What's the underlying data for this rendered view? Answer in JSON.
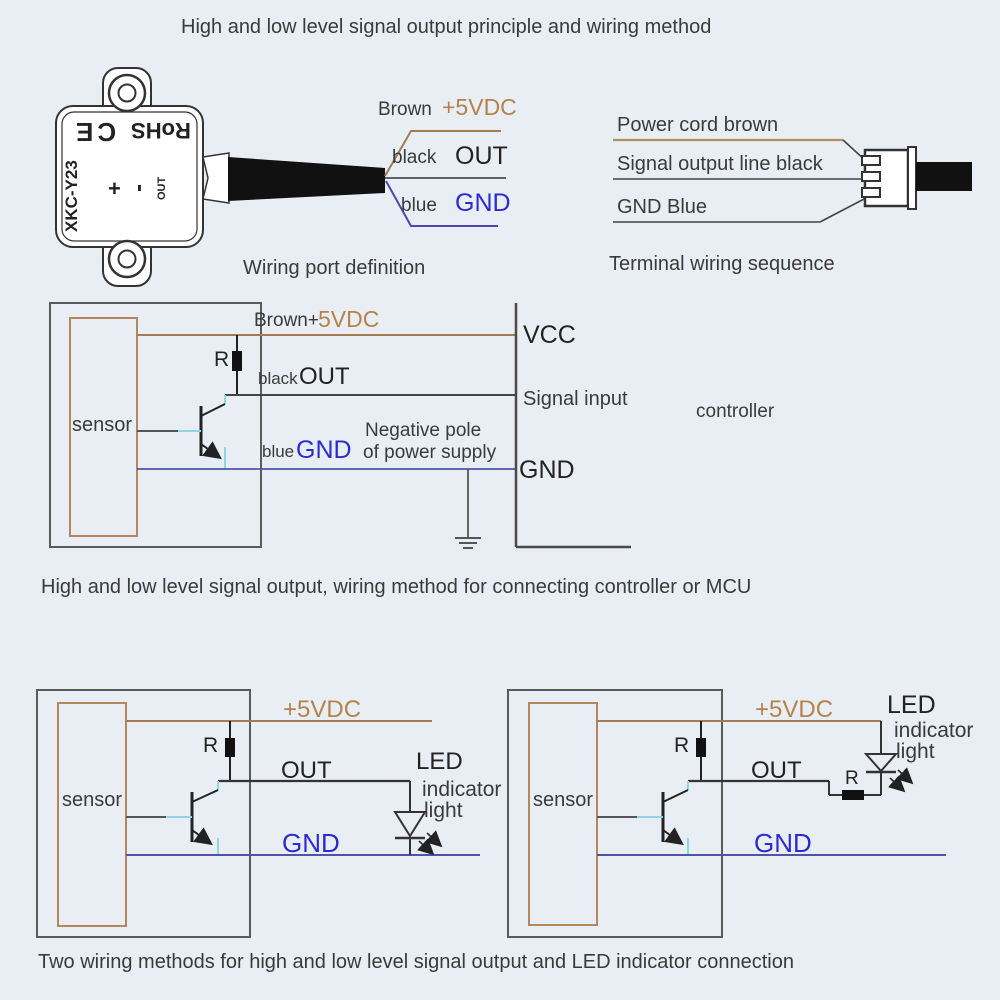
{
  "title": "High and low level signal output principle and wiring method",
  "wiring_port": {
    "device": {
      "model": "XKC-Y23",
      "ce_mark": "CE",
      "rohs": "RoHS",
      "plus": "+",
      "minus": "-",
      "out": "OUT"
    },
    "labels": {
      "brown_word": "Brown",
      "brown_signal": "+5VDC",
      "black_word": "black",
      "black_signal": "OUT",
      "blue_word": "blue",
      "blue_signal": "GND"
    },
    "caption": "Wiring port definition"
  },
  "terminal": {
    "lines": [
      "Power cord brown",
      "Signal output line black",
      "GND Blue"
    ],
    "caption": "Terminal wiring sequence"
  },
  "mcu_circuit": {
    "sensor": "sensor",
    "resistor": "R",
    "brown_word": "Brown+",
    "brown_signal": "5VDC",
    "black_word": "black",
    "black_signal": "OUT",
    "blue_word": "blue",
    "blue_signal": "GND",
    "negative_pole_line1": "Negative pole",
    "negative_pole_line2": "of power supply",
    "pins": [
      "VCC",
      "Signal input",
      "GND"
    ],
    "controller": "controller",
    "caption": "High and low level signal output, wiring method for connecting controller or MCU"
  },
  "led_left": {
    "sensor": "sensor",
    "resistor": "R",
    "vdc": "+5VDC",
    "out": "OUT",
    "gnd": "GND",
    "led_line1": "LED",
    "led_line2": "indicator",
    "led_line3": "light"
  },
  "led_right": {
    "sensor": "sensor",
    "resistor": "R",
    "vdc": "+5VDC",
    "out": "OUT",
    "gnd": "GND",
    "led_line1": "LED",
    "led_line2": "indicator",
    "led_line3": "light",
    "led_resistor": "R"
  },
  "bottom_caption": "Two wiring methods for high and low level signal output and LED indicator connection",
  "colors": {
    "background": "#e9eef4",
    "brown_text": "#b5824a",
    "brown_wire": "#a27c54",
    "blue_text": "#2b2bd0",
    "blue_wire": "#5252a8",
    "cyan_wire": "#8ed6e6",
    "dark_text": "#3a3a3a",
    "box_gray": "#5a5a5a",
    "box_brown": "#b3875e"
  }
}
